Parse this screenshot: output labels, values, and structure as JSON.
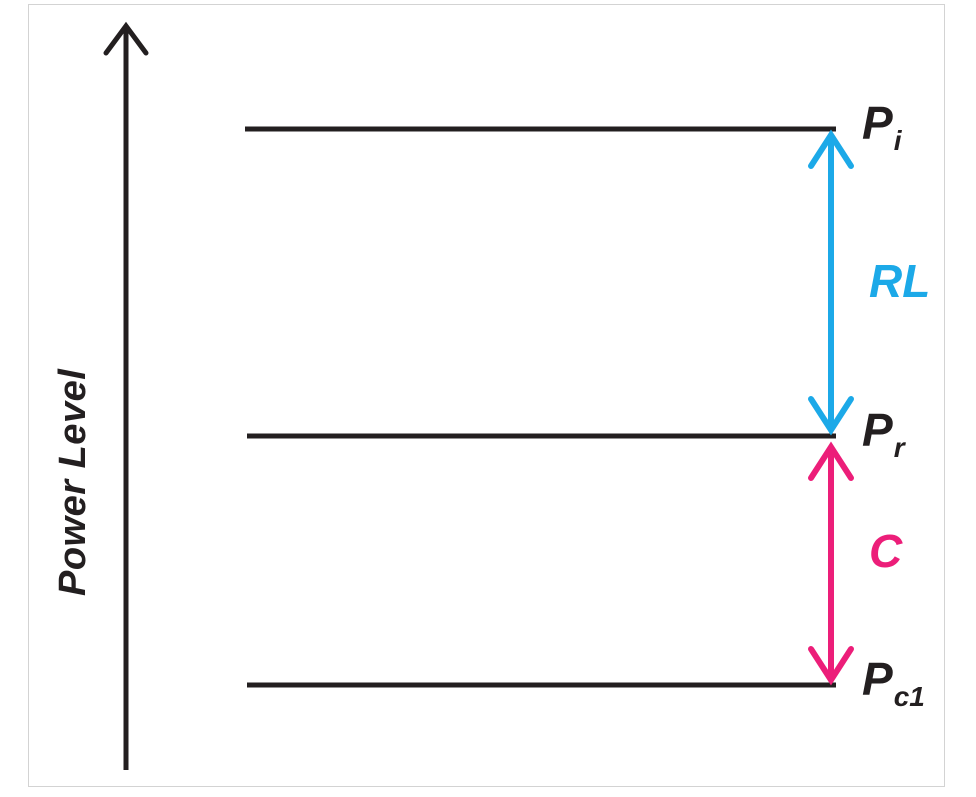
{
  "figure": {
    "background_color": "#ffffff",
    "border_color": "#d3d3d3",
    "axis": {
      "name": "Power Level",
      "title": "Power Level",
      "color": "#231f20",
      "arrow_direction": "up"
    },
    "levels": [
      {
        "id": "pi",
        "symbol": "P",
        "subscript": "i",
        "label": "Pi",
        "color": "#231f20",
        "relative_position": "top"
      },
      {
        "id": "pr",
        "symbol": "P",
        "subscript": "r",
        "label": "Pr",
        "color": "#231f20",
        "relative_position": "middle"
      },
      {
        "id": "pc1",
        "symbol": "P",
        "subscript": "c1",
        "label": "Pc1",
        "color": "#231f20",
        "relative_position": "bottom"
      }
    ],
    "gaps": [
      {
        "id": "rl",
        "label": "RL",
        "color": "#1ca9e8",
        "from": "Pi",
        "to": "Pr",
        "arrow": "double-headed-vertical"
      },
      {
        "id": "c",
        "label": "C",
        "color": "#ec1e79",
        "from": "Pr",
        "to": "Pc1",
        "arrow": "double-headed-vertical"
      }
    ]
  }
}
